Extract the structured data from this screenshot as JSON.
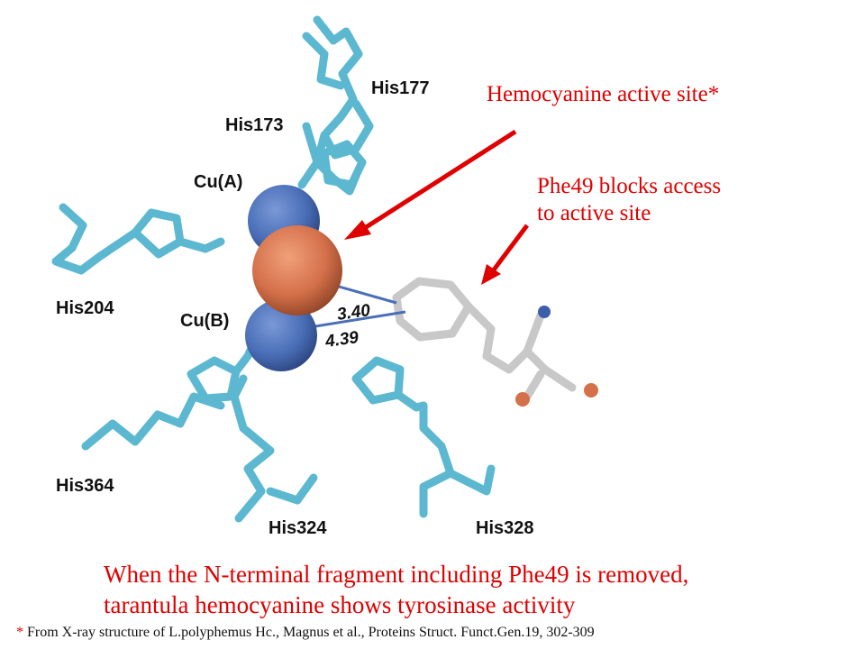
{
  "title_note": "Hemocyanine active site*",
  "phe_note": {
    "line1": "Phe49 blocks access",
    "line2": "to active site"
  },
  "structure_labels": {
    "his177": "His177",
    "his173": "His173",
    "cuA": "Cu(A)",
    "his204": "His204",
    "cuB": "Cu(B)",
    "his364": "His364",
    "his324": "His324",
    "his328": "His328",
    "dist1": "3.40",
    "dist2": "4.39"
  },
  "bottom_note": {
    "line1": "When the N-terminal fragment including Phe49 is removed,",
    "line2": "tarantula hemocyanine shows tyrosinase activity"
  },
  "citation": {
    "marker": "*",
    "text": "From X-ray structure of L.polyphemus Hc., Magnus et al., Proteins Struct. Funct.Gen.19, 302-309"
  },
  "colors": {
    "histidine": "#5bb8d0",
    "copper": "#4a6fb8",
    "oxygen": "#d4704a",
    "phenylalanine": "#c8c8c8",
    "annotation": "#e00000"
  }
}
